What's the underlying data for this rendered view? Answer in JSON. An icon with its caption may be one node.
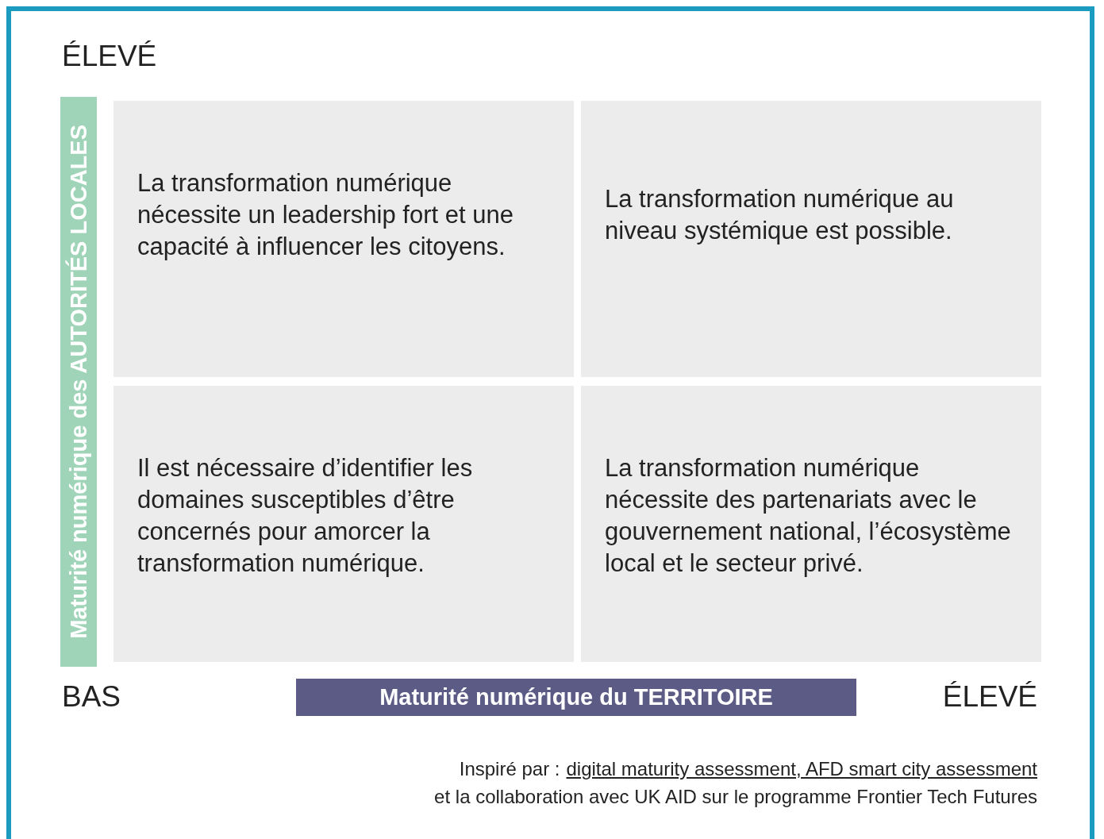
{
  "diagram": {
    "nodes": [
      {
        "text": [
          "La transformation numérique nécessite un leadership fort et une capacité à influencer les citoyens."
        ]
      },
      {
        "text": [
          "La transformation numérique au niveau systémique est possible."
        ]
      },
      {
        "text": [
          "Il est nécessaire d’identifier les domaines susceptibles d’être concernés pour amorcer la transformation numérique."
        ]
      },
      {
        "text": [
          "La transformation numérique nécessite des partenariats avec le gouvernement national, l’écosystème local et le secteur privé."
        ]
      },
      {
        "text": [
          "Maturité numérique des AUTORITÉS LOCALES"
        ]
      },
      {
        "text": [
          "Maturité numérique du TERRITOIRE"
        ]
      }
    ],
    "edges": [],
    "labels": [
      "ÉLEVÉ",
      "BAS",
      "ÉLEVÉ",
      "Inspiré par :",
      "digital maturity assessment, AFD smart city assessment",
      "et la collaboration avec UK AID sur le programme Frontier Tech Futures"
    ]
  }
}
